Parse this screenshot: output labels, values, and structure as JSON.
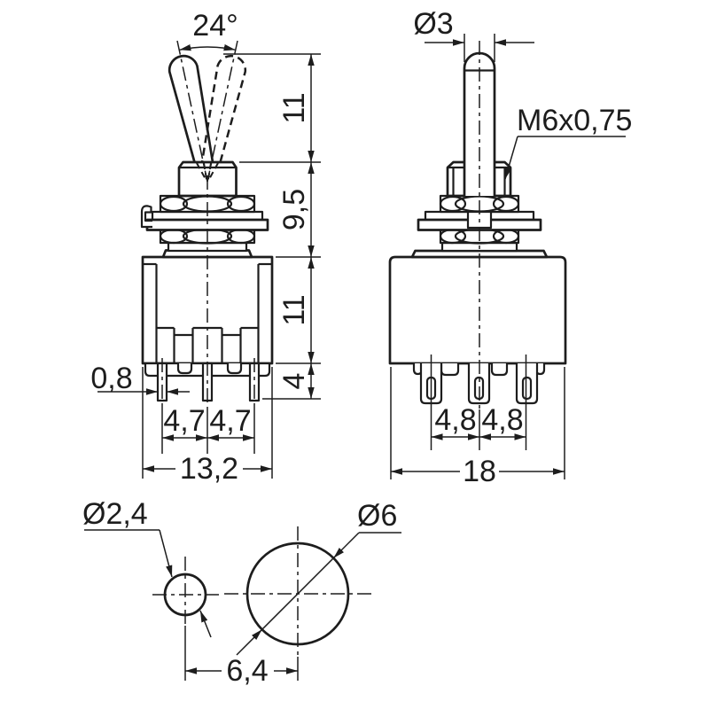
{
  "drawing_title": "toggle-switch-dimension-drawing",
  "colors": {
    "ink": "#1d1d1d",
    "background": "#ffffff"
  },
  "front_view": {
    "angle_label": "24°",
    "dim_lever_height": "11",
    "dim_bushing_height": "9,5",
    "dim_body_height": "11",
    "dim_pin_length": "4",
    "dim_pin_width": "0,8",
    "dim_pin_pitch_left": "4,7",
    "dim_pin_pitch_right": "4,7",
    "dim_overall_width": "13,2"
  },
  "side_view": {
    "dim_lever_diameter": "Ø3",
    "thread_label": "M6x0,75",
    "dim_pin_pitch_left": "4,8",
    "dim_pin_pitch_right": "4,8",
    "dim_overall_width": "18"
  },
  "mounting_view": {
    "dim_small_hole": "Ø2,4",
    "dim_large_hole": "Ø6",
    "dim_hole_spacing": "6,4"
  }
}
